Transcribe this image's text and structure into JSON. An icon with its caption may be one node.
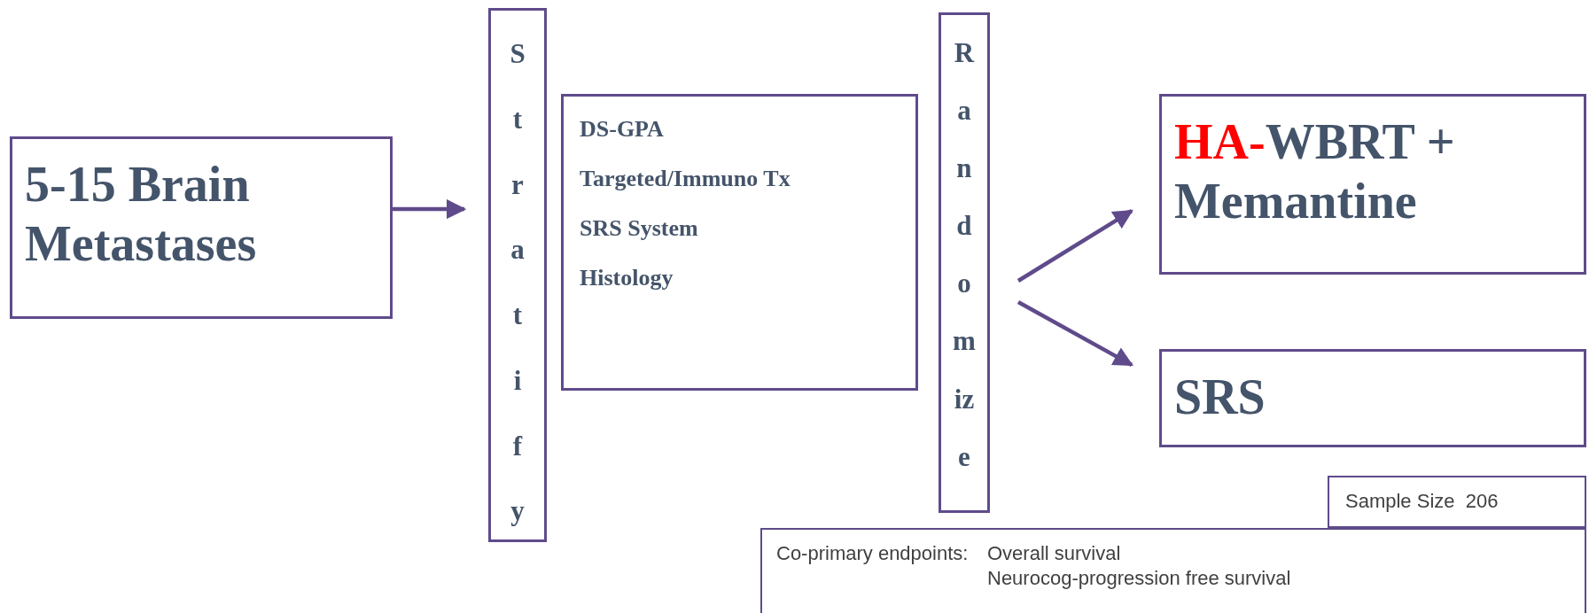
{
  "diagram": {
    "nodes": [
      {
        "text": [
          "5-15 Brain Metastases"
        ]
      },
      {
        "text": [
          "Stratify"
        ]
      },
      {
        "text": [
          "DS-GPA",
          "Targeted/Immuno Tx",
          "SRS System",
          "Histology"
        ]
      },
      {
        "text": [
          "Randomize"
        ]
      },
      {
        "text": [
          "**HA-**WBRT + Memantine"
        ]
      },
      {
        "text": [
          "SRS"
        ]
      },
      {
        "text": [
          "Sample Size  206"
        ]
      },
      {
        "text": [
          "Co-primary endpoints:",
          "Overall survival",
          "Neurocog-progression free survival"
        ]
      }
    ],
    "edges": [
      {
        "from": 0,
        "to": 1,
        "arrow": "to"
      },
      {
        "from": 3,
        "to": 4,
        "arrow": "to"
      },
      {
        "from": 3,
        "to": 5,
        "arrow": "to"
      }
    ]
  }
}
